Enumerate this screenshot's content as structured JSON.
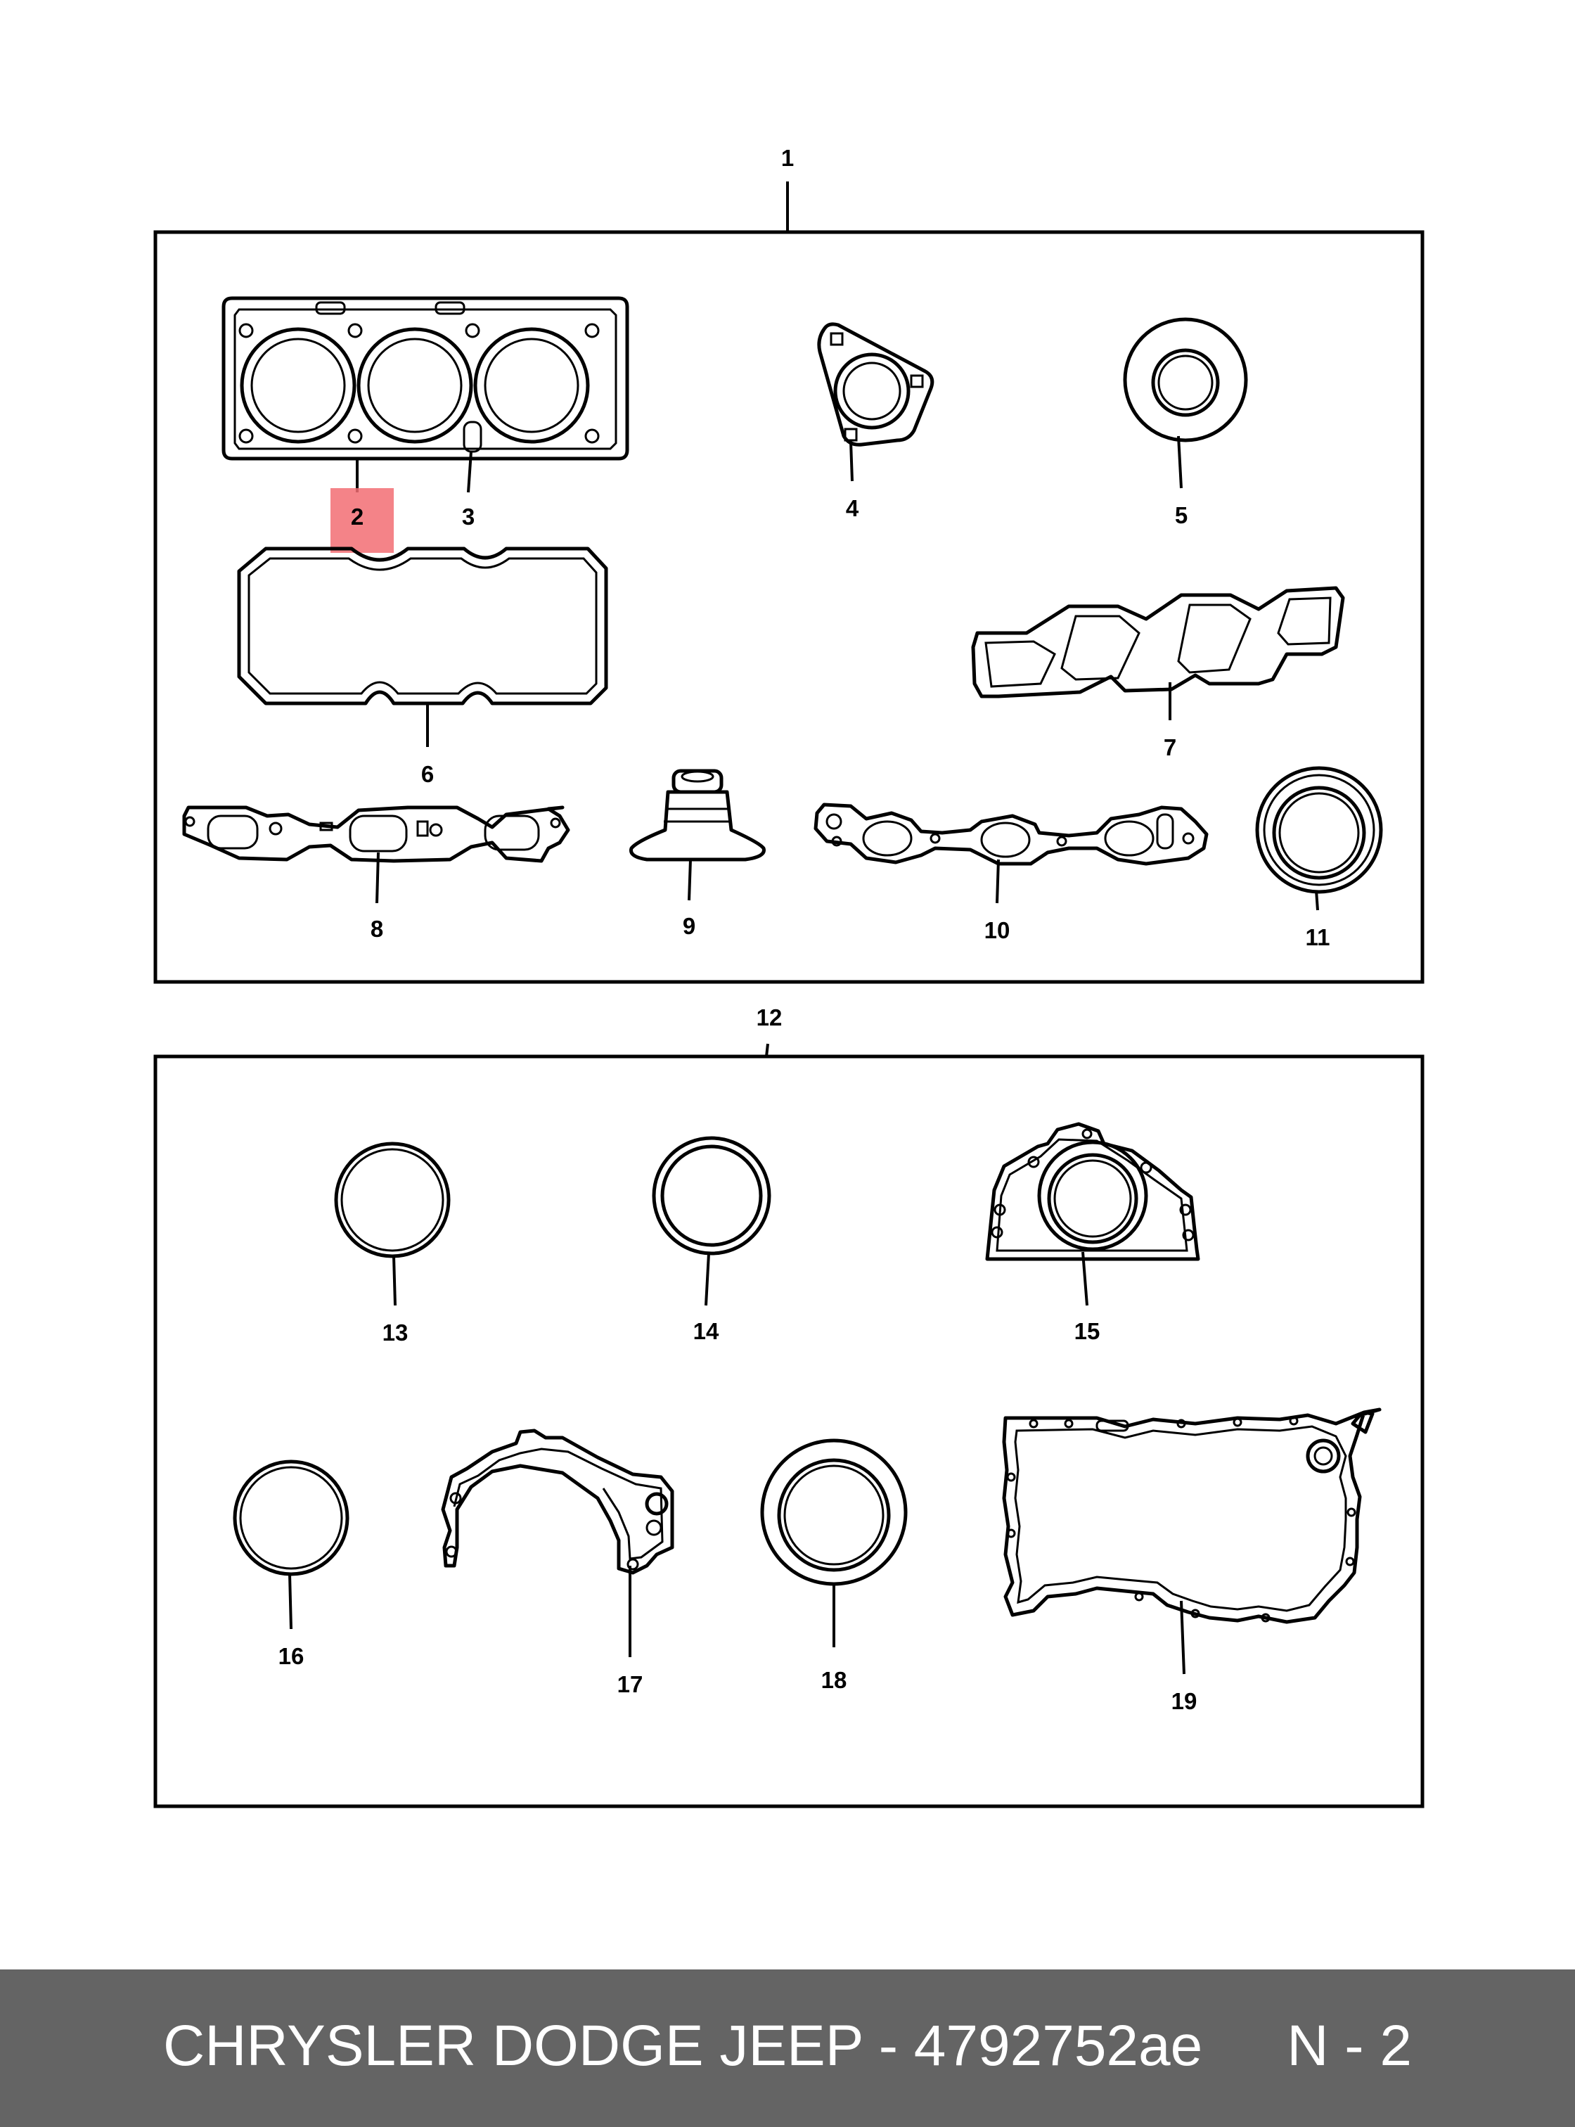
{
  "diagram": {
    "highlight_color": "#f26d73",
    "highlighted_callout": "2",
    "callouts": {
      "c1": "1",
      "c2": "2",
      "c3": "3",
      "c4": "4",
      "c5": "5",
      "c6": "6",
      "c7": "7",
      "c8": "8",
      "c9": "9",
      "c10": "10",
      "c11": "11",
      "c12": "12",
      "c13": "13",
      "c14": "14",
      "c15": "15",
      "c16": "16",
      "c17": "17",
      "c18": "18",
      "c19": "19"
    }
  },
  "footer": {
    "background": "#646464",
    "title": "CHRYSLER DODGE JEEP - 4792752ae",
    "page": "N - 2"
  }
}
